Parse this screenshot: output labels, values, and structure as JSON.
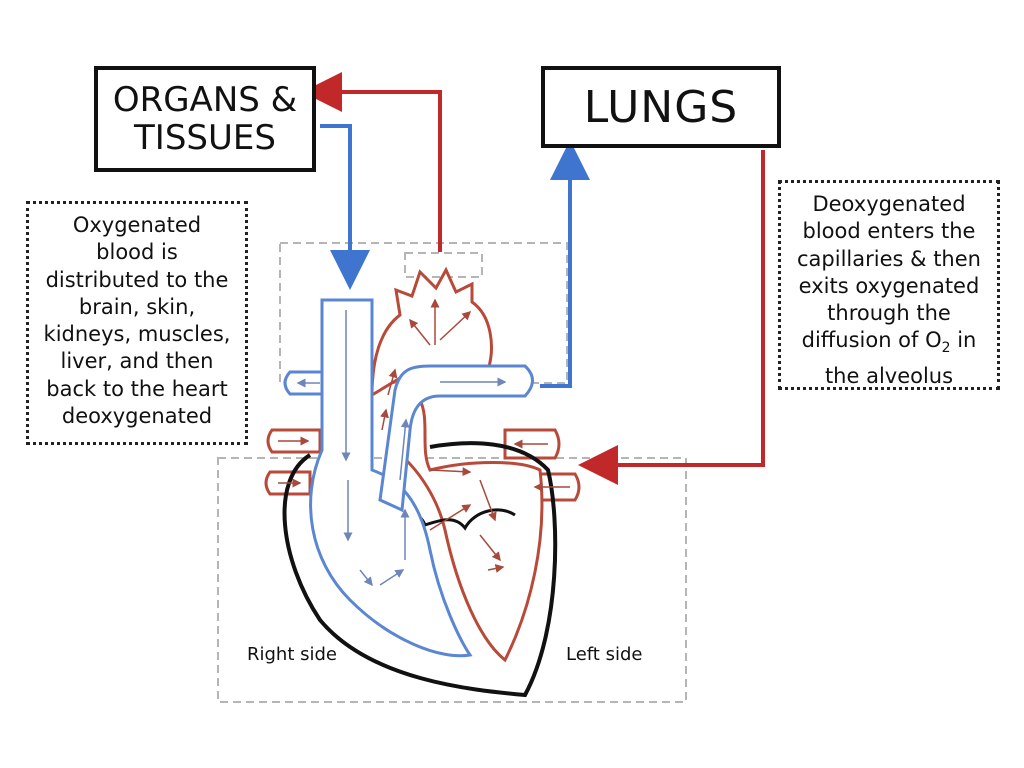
{
  "boxes": {
    "organs_line1": "ORGANS &",
    "organs_line2": "TISSUES",
    "lungs": "LUNGS"
  },
  "notes": {
    "left": [
      "Oxygenated",
      "blood is",
      "distributed to the",
      "brain, skin,",
      "kidneys, muscles,",
      "liver, and then",
      "back to the heart",
      "deoxygenated"
    ],
    "right_lines": [
      "Deoxygenated",
      "blood enters the",
      "capillaries & then",
      "exits oxygenated",
      "through the"
    ],
    "right_diffusion_prefix": "diffusion of O",
    "right_diffusion_subscript": "2",
    "right_diffusion_suffix": " in",
    "right_last": "the alveolus"
  },
  "labels": {
    "right_side": "Right side",
    "left_side": "Left side"
  },
  "colors": {
    "oxygenated": "#b84a3a",
    "deoxygenated": "#4f7fd0",
    "arrow_red": "#c0282a",
    "arrow_blue": "#3f74cf",
    "outline": "#111111",
    "dashed_box": "#b5b5b5"
  }
}
